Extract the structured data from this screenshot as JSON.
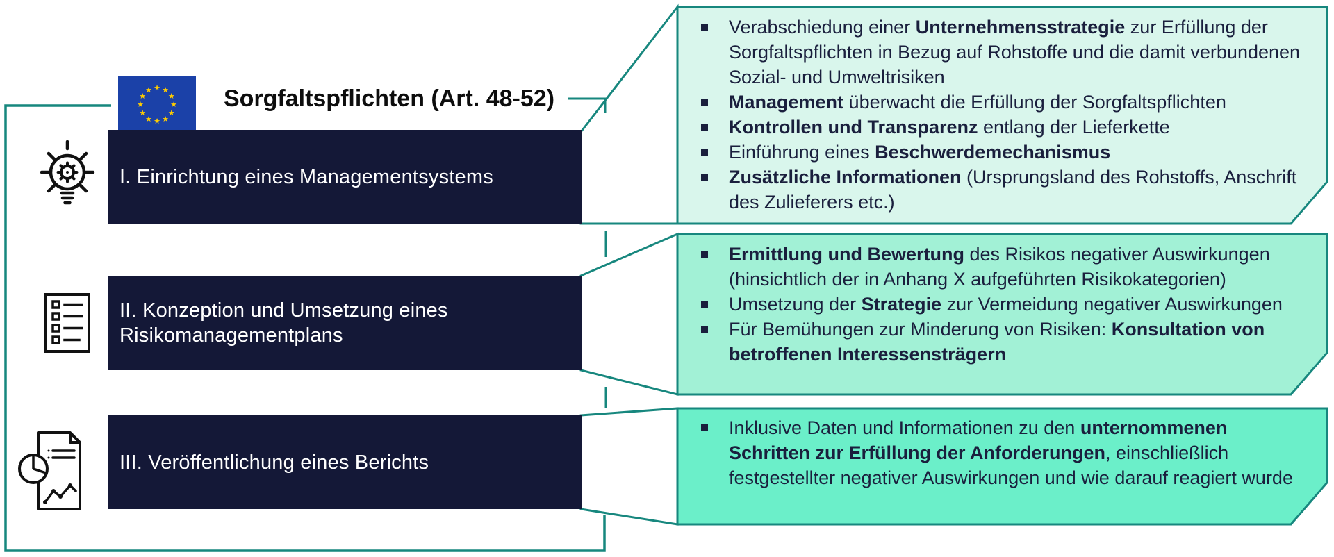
{
  "colors": {
    "teal_line": "#17877E",
    "navy_box": "#141837",
    "callout1_bg": "#D9F6EC",
    "callout2_bg": "#A2F1D6",
    "callout3_bg": "#6BEFC9",
    "dark_text": "#1A1F3D",
    "eu_blue": "#1B41A8",
    "eu_star_gold": "#FFCC00"
  },
  "header": {
    "title": "Sorgfaltspflichten (Art. 48-52)",
    "flag_icon": "eu-flag-icon"
  },
  "steps": [
    {
      "label": "I. Einrichtung eines Managementsystems",
      "icon": "lightbulb-gear-icon"
    },
    {
      "label": "II. Konzeption und Umsetzung eines Risikomanagementplans",
      "icon": "checklist-icon"
    },
    {
      "label": "III. Veröffentlichung eines Berichts",
      "icon": "report-chart-icon"
    }
  ],
  "callouts": [
    {
      "bullets": [
        {
          "segments": [
            {
              "t": "Verabschiedung einer "
            },
            {
              "t": "Unternehmensstrategie",
              "b": true
            },
            {
              "t": " zur Erfüllung der Sorgfaltspflichten in Bezug auf Rohstoffe und die damit verbundenen Sozial- und Umweltrisiken"
            }
          ]
        },
        {
          "segments": [
            {
              "t": "Management",
              "b": true
            },
            {
              "t": " überwacht die Erfüllung der Sorgfaltspflichten"
            }
          ]
        },
        {
          "segments": [
            {
              "t": "Kontrollen und Transparenz",
              "b": true
            },
            {
              "t": " entlang der Lieferkette"
            }
          ]
        },
        {
          "segments": [
            {
              "t": "Einführung eines "
            },
            {
              "t": "Beschwerdemechanismus",
              "b": true
            }
          ]
        },
        {
          "segments": [
            {
              "t": "Zusätzliche Informationen",
              "b": true
            },
            {
              "t": " (Ursprungsland des Rohstoffs, Anschrift des Zulieferers etc.)"
            }
          ]
        }
      ]
    },
    {
      "bullets": [
        {
          "segments": [
            {
              "t": "Ermittlung und Bewertung",
              "b": true
            },
            {
              "t": " des Risikos negativer Auswirkungen (hinsichtlich der in Anhang X aufgeführten Risikokategorien)"
            }
          ]
        },
        {
          "segments": [
            {
              "t": "Umsetzung der "
            },
            {
              "t": "Strategie",
              "b": true
            },
            {
              "t": " zur Vermeidung negativer Auswirkungen"
            }
          ]
        },
        {
          "segments": [
            {
              "t": "Für Bemühungen zur Minderung von Risiken: "
            },
            {
              "t": "Konsultation von betroffenen Interessensträgern",
              "b": true
            }
          ]
        }
      ]
    },
    {
      "bullets": [
        {
          "segments": [
            {
              "t": "Inklusive Daten und Informationen zu den "
            },
            {
              "t": "unternommenen Schritten zur Erfüllung der Anforderungen",
              "b": true
            },
            {
              "t": ", einschließlich festgestellter negativer Auswirkungen  und wie darauf reagiert wurde"
            }
          ]
        }
      ]
    }
  ]
}
